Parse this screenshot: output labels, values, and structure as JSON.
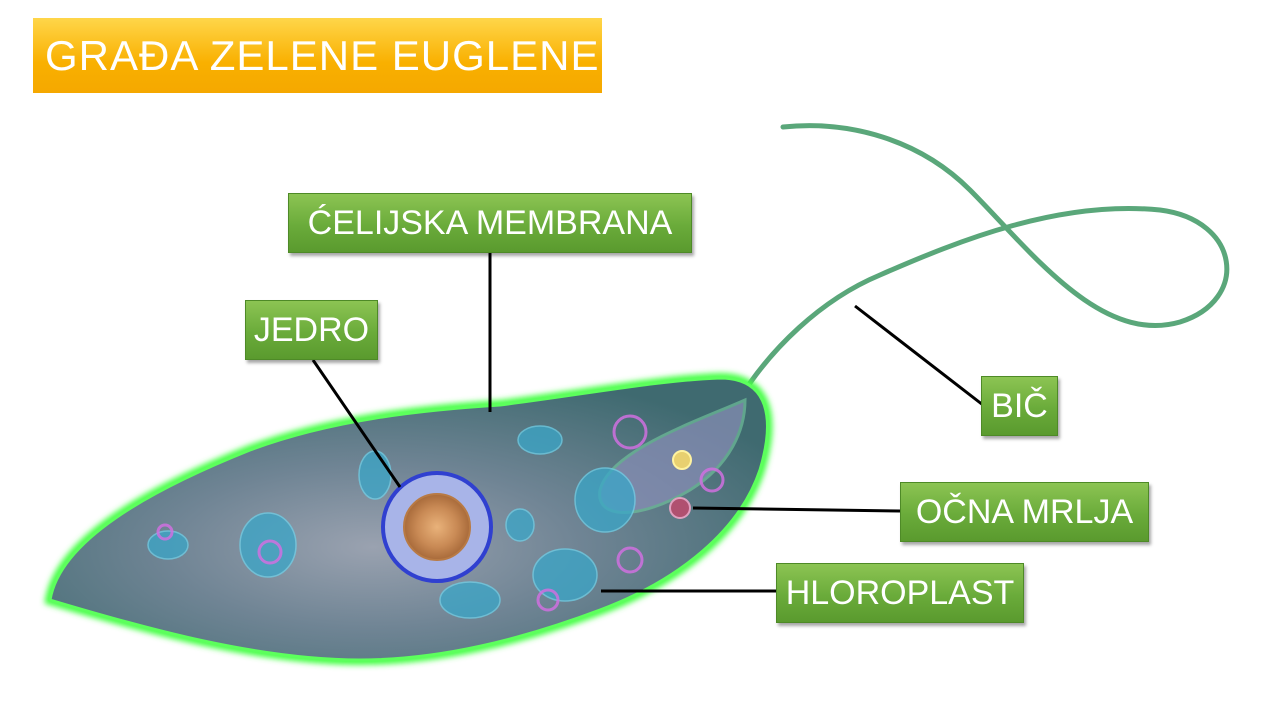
{
  "title": "GRAĐA ZELENE EUGLENE",
  "labels": {
    "membrane": "ĆELIJSKA MEMBRANA",
    "nucleus": "JEDRO",
    "flagellum": "BIČ",
    "eyespot": "OČNA MRLJA",
    "chloroplast": "HLOROPLAST"
  },
  "colors": {
    "title_bg": "#f9b000",
    "label_bg": "#6aab3a",
    "cell_outline": "#5cff5c",
    "nucleus_ring": "#3040d0"
  }
}
